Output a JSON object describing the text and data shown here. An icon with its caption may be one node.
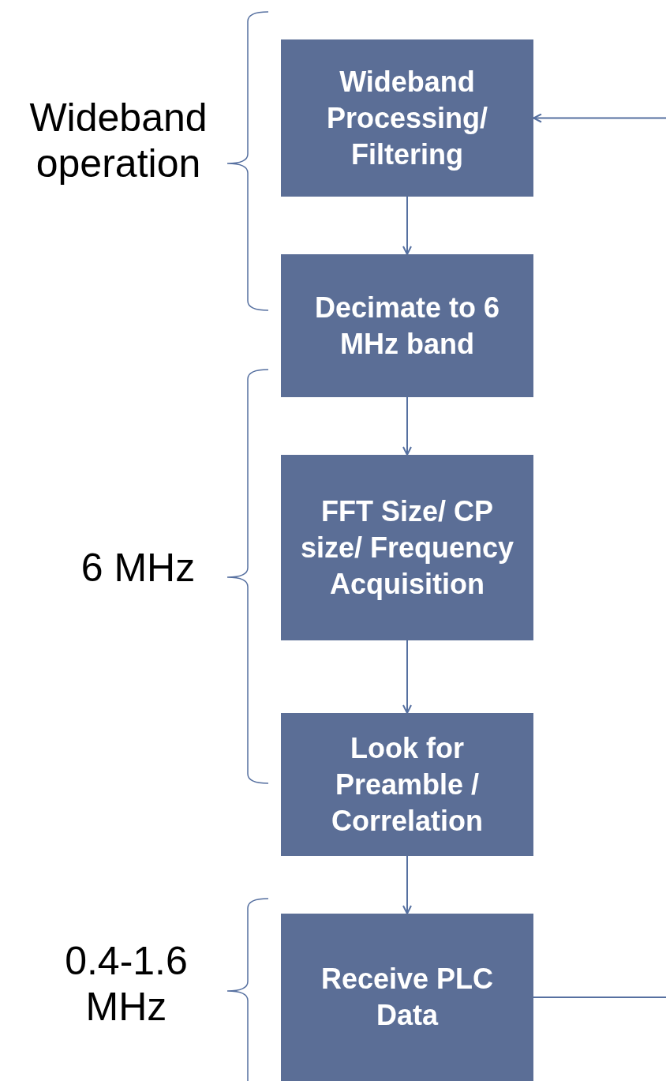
{
  "diagram": {
    "nodes": [
      {
        "text": [
          "Wideband Processing/ Filtering"
        ]
      },
      {
        "text": [
          "Decimate to 6 MHz band"
        ]
      },
      {
        "text": [
          "FFT Size/ CP size/ Frequency Acquisition"
        ]
      },
      {
        "text": [
          "Look for Preamble / Correlation"
        ]
      },
      {
        "text": [
          "Receive PLC Data"
        ]
      }
    ],
    "edges": [
      {
        "from": 0,
        "to": 1,
        "arrow": "to"
      },
      {
        "from": 1,
        "to": 2,
        "arrow": "to"
      },
      {
        "from": 2,
        "to": 3,
        "arrow": "to"
      },
      {
        "from": 3,
        "to": 4,
        "arrow": "to"
      },
      {
        "from": null,
        "to": 0,
        "arrow": "to"
      },
      {
        "from": 4,
        "to": null,
        "arrow": "none"
      }
    ],
    "labels": [
      "Wideband operation",
      "6 MHz",
      "0.4-1.6 MHz"
    ]
  }
}
